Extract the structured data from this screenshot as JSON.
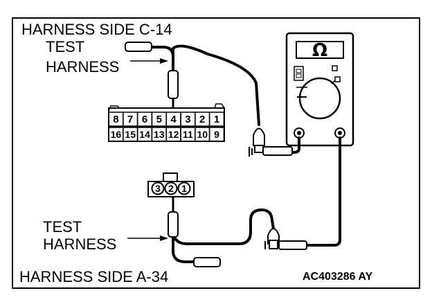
{
  "labels": {
    "harness_side_c14": "HARNESS SIDE C-14",
    "test_top": "TEST",
    "harness_top": "HARNESS",
    "test_bottom": "TEST",
    "harness_bottom": "HARNESS",
    "harness_side_a34": "HARNESS SIDE A-34",
    "figure_code": "AC403286 AY"
  },
  "connector_c14": {
    "top_row": [
      "8",
      "7",
      "6",
      "5",
      "4",
      "3",
      "2",
      "1"
    ],
    "bottom_row": [
      "16",
      "15",
      "14",
      "13",
      "12",
      "11",
      "10",
      "9"
    ]
  },
  "connector_a34": {
    "pins": [
      "3",
      "2",
      "1"
    ]
  },
  "meter": {
    "display_symbol": "Ω"
  }
}
